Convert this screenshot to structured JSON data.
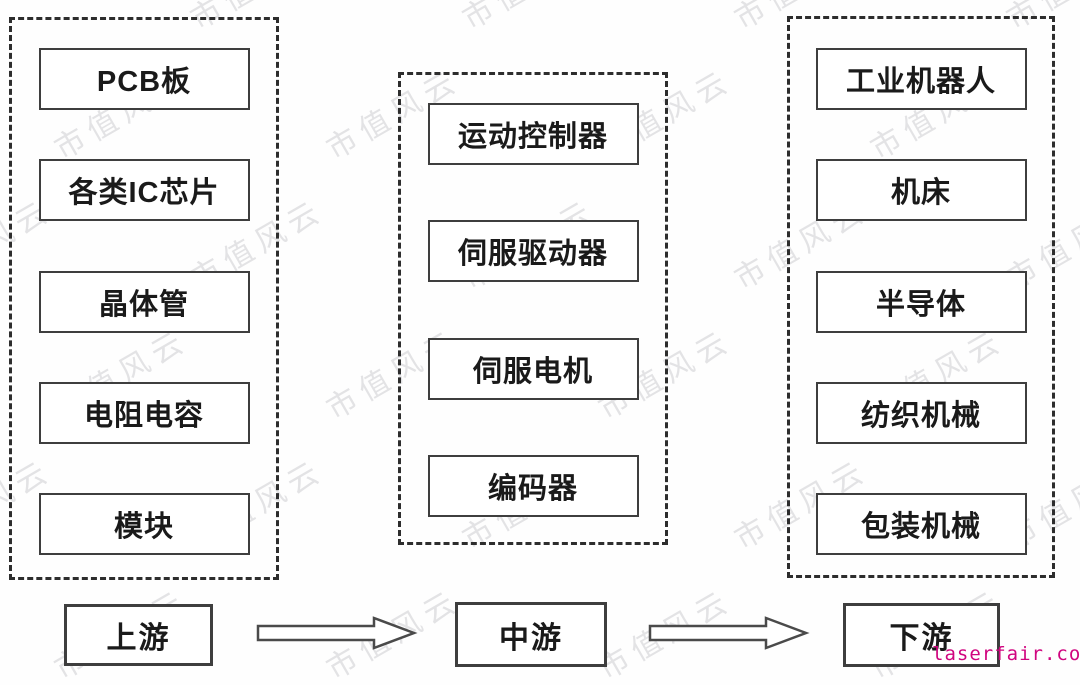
{
  "watermark": {
    "text": "市值风云"
  },
  "site_credit": {
    "text": "laserfair.com"
  },
  "diagram": {
    "columns": [
      {
        "name": "upstream-components",
        "items": [
          {
            "label": "PCB板"
          },
          {
            "label": "各类IC芯片"
          },
          {
            "label": "晶体管"
          },
          {
            "label": "电阻电容"
          },
          {
            "label": "模块"
          }
        ]
      },
      {
        "name": "midstream-components",
        "items": [
          {
            "label": "运动控制器"
          },
          {
            "label": "伺服驱动器"
          },
          {
            "label": "伺服电机"
          },
          {
            "label": "编码器"
          }
        ]
      },
      {
        "name": "downstream-applications",
        "items": [
          {
            "label": "工业机器人"
          },
          {
            "label": "机床"
          },
          {
            "label": "半导体"
          },
          {
            "label": "纺织机械"
          },
          {
            "label": "包装机械"
          }
        ]
      }
    ],
    "flow_labels": [
      {
        "label": "上游"
      },
      {
        "label": "中游"
      },
      {
        "label": "下游"
      }
    ],
    "colors": {
      "box_border": "#3e3e3e",
      "dashed_border": "#2d2d2d",
      "text": "#1a1a1a",
      "watermark": "#e3e3e5",
      "site_credit": "#d0057f",
      "arrow_outline": "#4a4a4a"
    }
  }
}
